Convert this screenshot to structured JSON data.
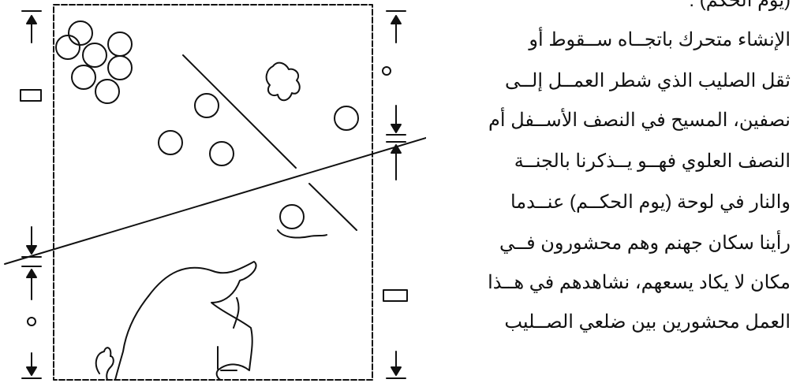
{
  "document": {
    "language": "ar",
    "text_lines": [
      "(يوم الحكم) :",
      "الإنشاء متحرك باتجــاه ســقوط أو",
      "ثقل الصليب الذي شطر العمــل إلــى",
      "نصفين، المسيح في النصف الأســفل أم",
      "النصف العلوي فهــو يــذكرنا بالجنــة",
      "والنار في لوحة (يوم الحكــم) عنــدما",
      "رأينا سكان جهنم وهم محشورون فــي",
      "مكان لا يكاد يسعهم، نشاهدهم في هــذا",
      "العمل محشورين بين ضلعي الصــليب"
    ]
  },
  "colors": {
    "ink": "#111111",
    "background": "#ffffff"
  }
}
